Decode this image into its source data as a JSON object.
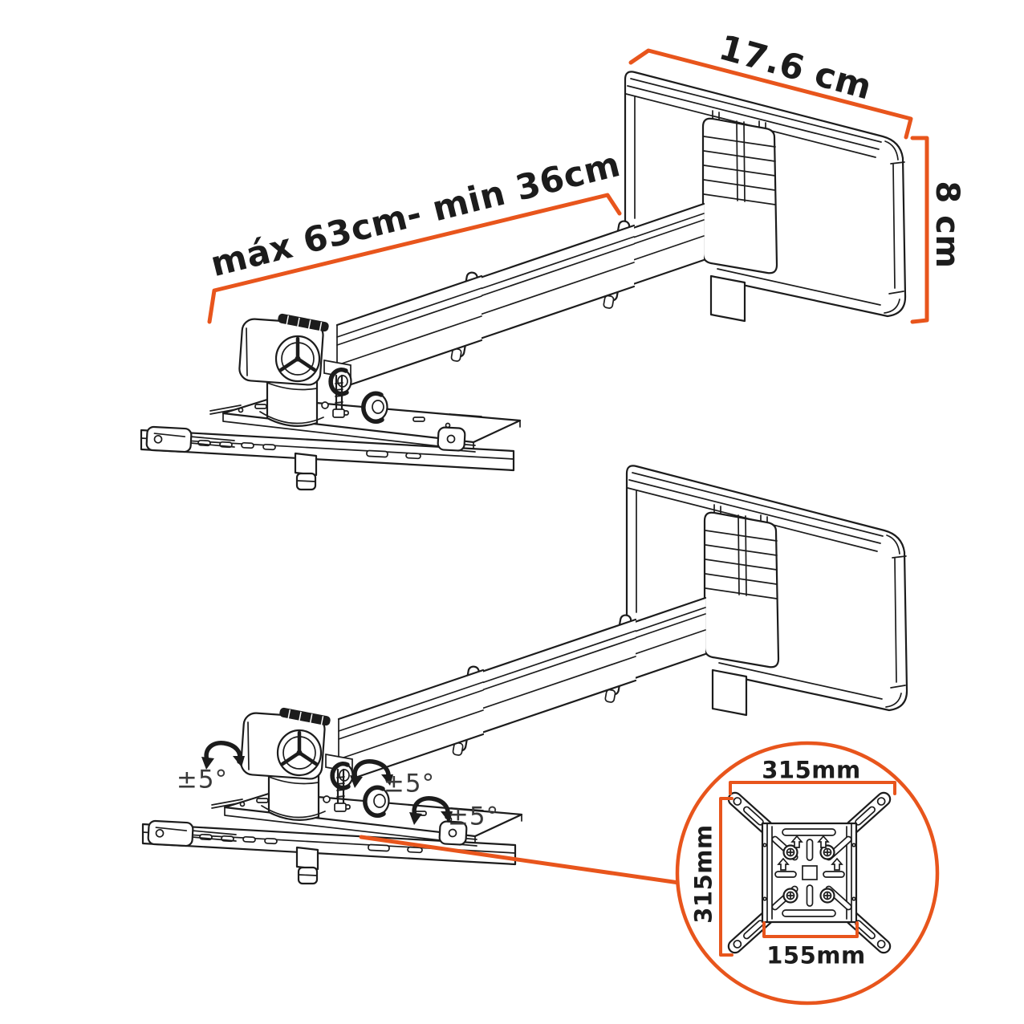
{
  "colors": {
    "accent": "#e8551c",
    "ink": "#1c1c1c",
    "label": "#3a3a3a",
    "background": "#ffffff"
  },
  "annotations": {
    "upper_view": {
      "width": "17.6 cm",
      "height": "8 cm",
      "extension": "máx 63cm- min 36cm"
    },
    "lower_view": {
      "tilt_1": "±5°",
      "tilt_2": "±5°",
      "tilt_3": "±5°"
    },
    "detail_view": {
      "plate_width": "315mm",
      "plate_height": "315mm",
      "hole_spacing": "155mm"
    }
  }
}
